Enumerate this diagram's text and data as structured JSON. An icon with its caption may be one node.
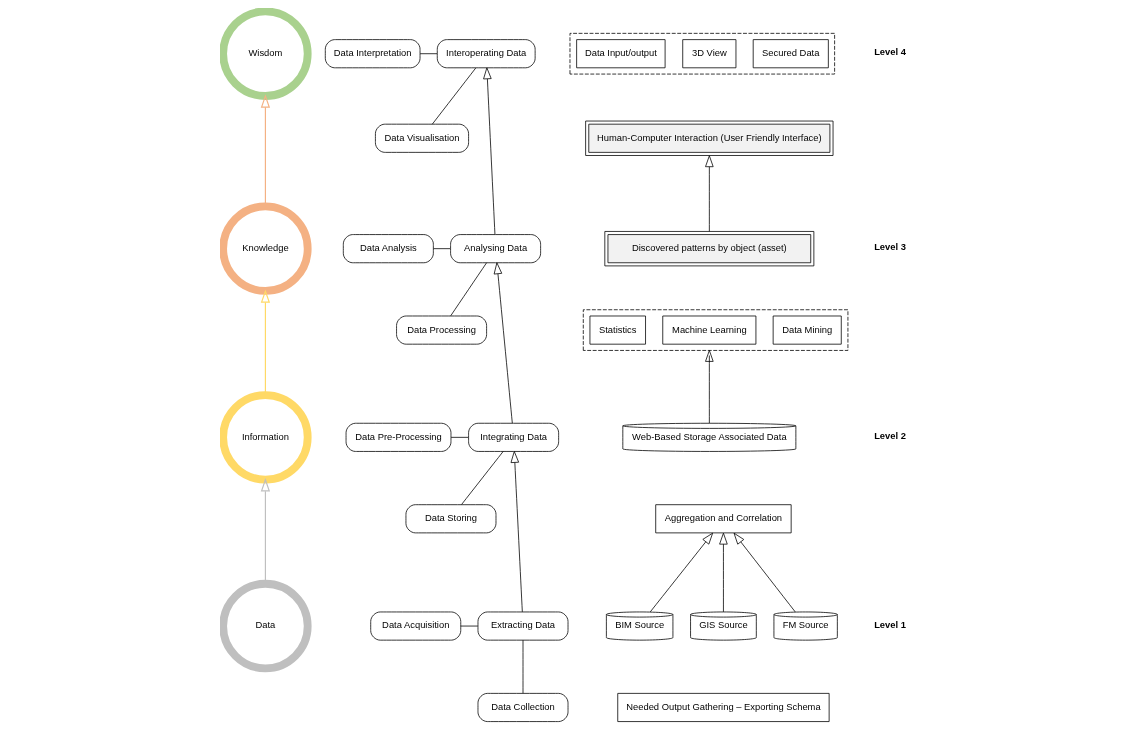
{
  "diagram": {
    "nodes": [
      {
        "text": [
          "Wisdom"
        ]
      },
      {
        "text": [
          "Knowledge"
        ]
      },
      {
        "text": [
          "Information"
        ]
      },
      {
        "text": [
          "Data"
        ]
      },
      {
        "text": [
          "Data Interpretation"
        ]
      },
      {
        "text": [
          "Data Visualisation"
        ]
      },
      {
        "text": [
          "Interoperating Data"
        ]
      },
      {
        "text": [
          "Data Analysis"
        ]
      },
      {
        "text": [
          "Data Processing"
        ]
      },
      {
        "text": [
          "Analysing Data"
        ]
      },
      {
        "text": [
          "Data Pre-Processing"
        ]
      },
      {
        "text": [
          "Data Storing"
        ]
      },
      {
        "text": [
          "Integrating Data"
        ]
      },
      {
        "text": [
          "Data Acquisition"
        ]
      },
      {
        "text": [
          "Data Collection"
        ]
      },
      {
        "text": [
          "Extracting Data"
        ]
      },
      {
        "text": [],
        "shape": "box"
      },
      {
        "text": [
          "Data Input/output"
        ],
        "in": 16
      },
      {
        "text": [
          "3D View"
        ],
        "in": 16
      },
      {
        "text": [
          "Secured Data"
        ],
        "in": 16
      },
      {
        "text": [
          "Human-Computer Interaction (User Friendly Interface)"
        ]
      },
      {
        "text": [
          "Discovered patterns by object (asset)"
        ]
      },
      {
        "text": [],
        "shape": "box"
      },
      {
        "text": [
          "Statistics"
        ],
        "in": 22
      },
      {
        "text": [
          "Machine Learning"
        ],
        "in": 22
      },
      {
        "text": [
          "Data Mining"
        ],
        "in": 22
      },
      {
        "text": [
          "Web-Based Storage Associated Data"
        ]
      },
      {
        "text": [
          "Aggregation and Correlation"
        ]
      },
      {
        "text": [
          "BIM Source"
        ]
      },
      {
        "text": [
          "GIS Source"
        ]
      },
      {
        "text": [
          "FM Source"
        ]
      },
      {
        "text": [
          "Needed Output Gathering – Exporting Schema"
        ]
      }
    ],
    "edges": [
      {
        "from": 3,
        "to": 2,
        "arrow": "to",
        "color": "#bfbfbf"
      },
      {
        "from": 2,
        "to": 1,
        "arrow": "to",
        "color": "#ffd966"
      },
      {
        "from": 1,
        "to": 0,
        "arrow": "to",
        "color": "#f4b183"
      },
      {
        "from": 4,
        "to": 6,
        "arrow": "none"
      },
      {
        "from": 5,
        "to": 6,
        "arrow": "none"
      },
      {
        "from": 7,
        "to": 9,
        "arrow": "none"
      },
      {
        "from": 8,
        "to": 9,
        "arrow": "none"
      },
      {
        "from": 10,
        "to": 12,
        "arrow": "none"
      },
      {
        "from": 11,
        "to": 12,
        "arrow": "none"
      },
      {
        "from": 13,
        "to": 15,
        "arrow": "none"
      },
      {
        "from": 14,
        "to": 15,
        "arrow": "none"
      },
      {
        "from": 15,
        "to": 12,
        "arrow": "to"
      },
      {
        "from": 12,
        "to": 9,
        "arrow": "to"
      },
      {
        "from": 9,
        "to": 6,
        "arrow": "to"
      },
      {
        "from": 21,
        "to": 20,
        "arrow": "to"
      },
      {
        "from": 26,
        "to": 22,
        "arrow": "to"
      },
      {
        "from": 28,
        "to": 27,
        "arrow": "to"
      },
      {
        "from": 29,
        "to": 27,
        "arrow": "to"
      },
      {
        "from": 30,
        "to": 27,
        "arrow": "to"
      }
    ],
    "labels": [
      "Level 4",
      "Level 3",
      "Level 2",
      "Level 1"
    ]
  }
}
